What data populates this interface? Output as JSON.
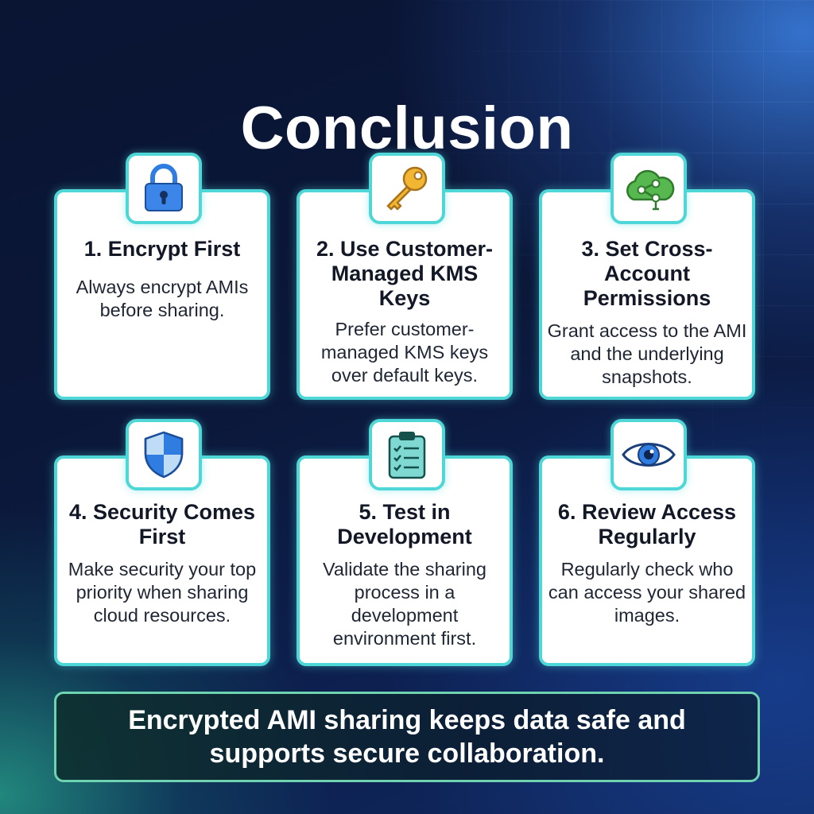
{
  "page": {
    "title": "Conclusion"
  },
  "cards": [
    {
      "title": "1. Encrypt First",
      "description": "Always encrypt AMIs before sharing.",
      "icon": "padlock-icon"
    },
    {
      "title": "2. Use Customer-Managed KMS Keys",
      "description": "Prefer customer-managed KMS keys over default keys.",
      "icon": "key-icon"
    },
    {
      "title": "3. Set Cross-Account Permissions",
      "description": "Grant access to the AMI and the underlying snapshots.",
      "icon": "cloud-share-icon"
    },
    {
      "title": "4. Security Comes First",
      "description": "Make security your top priority when sharing cloud resources.",
      "icon": "shield-icon"
    },
    {
      "title": "5. Test in Development",
      "description": "Validate the sharing process in a development environment first.",
      "icon": "clipboard-checklist-icon"
    },
    {
      "title": "6. Review Access Regularly",
      "description": "Regularly check who can access your shared images.",
      "icon": "eye-icon"
    }
  ],
  "banner": {
    "text": "Encrypted AMI sharing keeps data safe and supports secure collaboration."
  },
  "colors": {
    "card_border": "#4fd6d6",
    "banner_border": "#6fd2b0",
    "padlock": "#2f7de1",
    "key": "#f2b632",
    "cloud": "#56b84e",
    "shield": "#2f7de1",
    "clipboard": "#57c3bf",
    "eye": "#2f7de1"
  }
}
